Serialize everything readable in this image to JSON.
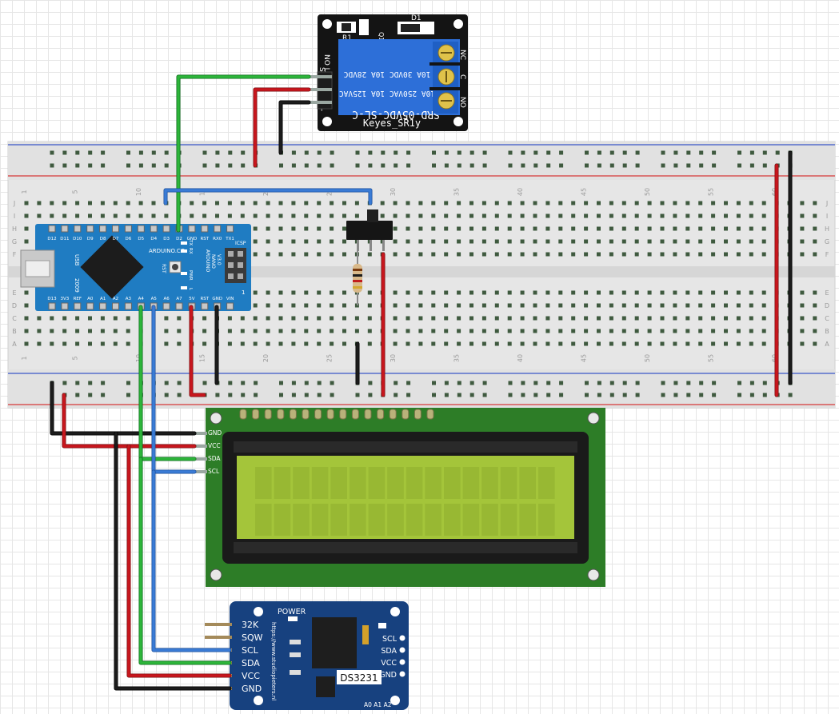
{
  "relay": {
    "model": "SRD-05VDC-SL-C",
    "ratings": [
      "10A 250VAC  10A 125VAC",
      "10A  30VDC  10A  28VDC"
    ],
    "brand": "Keyes_SR1y",
    "terminals": [
      "NC",
      "C",
      "NO"
    ],
    "input_pins": [
      "S",
      "+",
      "-"
    ],
    "side_label": "NO Led",
    "diode_label": "D1",
    "resistor_label": "R1",
    "transistor_label": "Q1"
  },
  "breadboard": {
    "col_numbers": [
      "1",
      "5",
      "10",
      "15",
      "20",
      "25",
      "30",
      "35",
      "40",
      "45",
      "50",
      "55",
      "60"
    ],
    "row_letters_top": [
      "J",
      "I",
      "H",
      "G",
      "F"
    ],
    "row_letters_bottom": [
      "E",
      "D",
      "C",
      "B",
      "A"
    ]
  },
  "arduino": {
    "top_pins": [
      "D12",
      "D11",
      "D10",
      "D9",
      "D8",
      "D7",
      "D6",
      "D5",
      "D4",
      "D3",
      "D2",
      "GND",
      "RST",
      "RX0",
      "TX1"
    ],
    "bottom_pins": [
      "D13",
      "3V3",
      "REF",
      "A0",
      "A1",
      "A2",
      "A3",
      "A4",
      "A5",
      "A6",
      "A7",
      "5V",
      "RST",
      "GND",
      "VIN"
    ],
    "brand": "ARDUINO.CC",
    "model_lines": [
      "ARDUINO",
      "NANO",
      "V3.0"
    ],
    "year": "2009",
    "usb_label": "USB",
    "icsp_label": "ICSP",
    "rst_label": "RST",
    "led_labels": [
      "TX",
      "RX",
      "PWR",
      "L"
    ],
    "corner_digit": "1"
  },
  "lcd": {
    "pins": [
      "GND",
      "VCC",
      "SDA",
      "SCL"
    ],
    "cols": 16,
    "rows": 2
  },
  "rtc": {
    "left_pins": [
      "32K",
      "SQW",
      "SCL",
      "SDA",
      "VCC",
      "GND"
    ],
    "right_pins": [
      "SCL",
      "SDA",
      "VCC",
      "GND"
    ],
    "power_label": "POWER",
    "chip_label": "DS3231",
    "url": "https://www.studiopieters.nl",
    "addr_labels": "A0 A1 A2"
  },
  "colors": {
    "breadboard": "#e6e6e6",
    "rail_red": "#d73a3a",
    "rail_blue": "#3a56c8",
    "hole": "#3f5a3f",
    "wire_green": "#2db53a",
    "wire_red": "#c8161d",
    "wire_black": "#1c1c1c",
    "wire_blue": "#3a7bd5",
    "arduino": "#1f7cc2",
    "relay_board": "#141414",
    "relay_body": "#2d6fd8",
    "lcd_pcb": "#2d7d27",
    "lcd_screen": "#a4c53a",
    "rtc_board": "#17417f"
  }
}
